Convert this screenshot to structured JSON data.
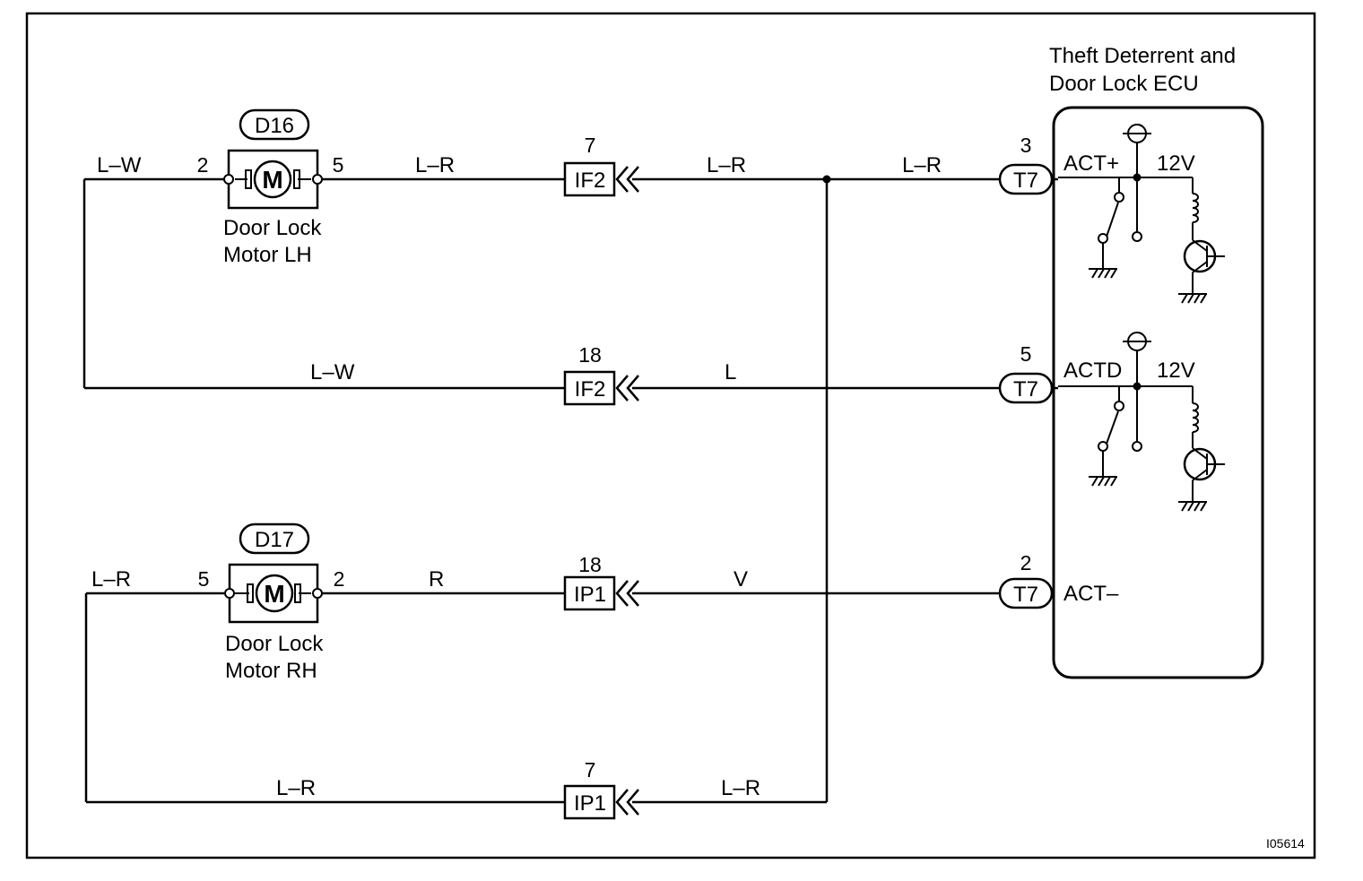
{
  "ecu": {
    "title_line1": "Theft Deterrent and",
    "title_line2": "Door Lock ECU",
    "terminals": [
      {
        "pin": "3",
        "connector": "T7",
        "signal": "ACT+",
        "voltage": "12V"
      },
      {
        "pin": "5",
        "connector": "T7",
        "signal": "ACTD",
        "voltage": "12V"
      },
      {
        "pin": "2",
        "connector": "T7",
        "signal": "ACT–"
      }
    ]
  },
  "motors": [
    {
      "id": "D16",
      "symbol": "M",
      "name_line1": "Door Lock",
      "name_line2": "Motor LH",
      "pin_left": "2",
      "pin_right": "5"
    },
    {
      "id": "D17",
      "symbol": "M",
      "name_line1": "Door Lock",
      "name_line2": "Motor RH",
      "pin_left": "5",
      "pin_right": "2"
    }
  ],
  "junction_connectors": [
    {
      "pin": "7",
      "name": "IF2"
    },
    {
      "pin": "18",
      "name": "IF2"
    },
    {
      "pin": "18",
      "name": "IP1"
    },
    {
      "pin": "7",
      "name": "IP1"
    }
  ],
  "wire_colors": {
    "lh_left": "L–W",
    "lh_to_if2": "L–R",
    "if2_to_ecu_a": "L–R",
    "if2_to_ecu_b": "L–R",
    "lw_return": "L–W",
    "actd_wire": "L",
    "rh_left": "L–R",
    "rh_to_ip1": "R",
    "act_minus_wire": "V",
    "bottom_left": "L–R",
    "bottom_right": "L–R"
  },
  "figure_id": "I05614"
}
